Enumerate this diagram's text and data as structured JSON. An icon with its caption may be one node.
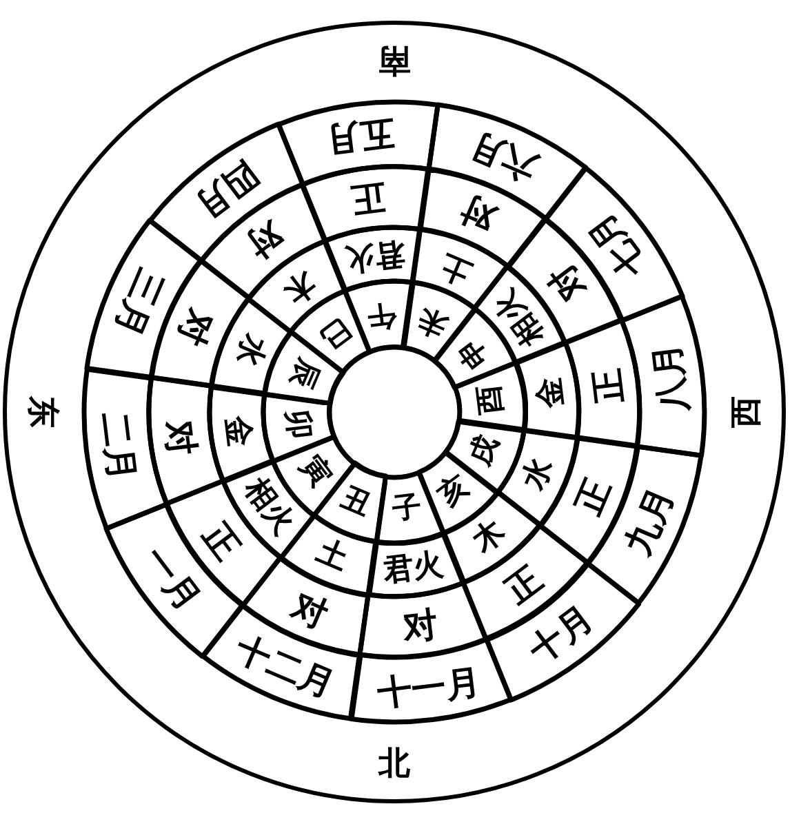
{
  "diagram": {
    "nodes": [
      {
        "text": [
          "南",
          "东",
          "西",
          "北"
        ]
      },
      {
        "text": [],
        "shape": "circle",
        "in": 0
      },
      {
        "text": [
          "一月"
        ],
        "in": 0
      },
      {
        "text": [
          "二月"
        ],
        "in": 0
      },
      {
        "text": [
          "三月"
        ],
        "in": 0
      },
      {
        "text": [
          "四月"
        ],
        "in": 0
      },
      {
        "text": [
          "五月"
        ],
        "in": 0
      },
      {
        "text": [
          "六月"
        ],
        "in": 0
      },
      {
        "text": [
          "七月"
        ],
        "in": 0
      },
      {
        "text": [
          "八月"
        ],
        "in": 0
      },
      {
        "text": [
          "九月"
        ],
        "in": 0
      },
      {
        "text": [
          "十月"
        ],
        "in": 0
      },
      {
        "text": [
          "十一月"
        ],
        "in": 0
      },
      {
        "text": [
          "十二月"
        ],
        "in": 0
      },
      {
        "text": [
          "正"
        ],
        "in": 0
      },
      {
        "text": [
          "对"
        ],
        "in": 0
      },
      {
        "text": [
          "对"
        ],
        "in": 0
      },
      {
        "text": [
          "对"
        ],
        "in": 0
      },
      {
        "text": [
          "正"
        ],
        "in": 0
      },
      {
        "text": [
          "对"
        ],
        "in": 0
      },
      {
        "text": [
          "对"
        ],
        "in": 0
      },
      {
        "text": [
          "正"
        ],
        "in": 0
      },
      {
        "text": [
          "正"
        ],
        "in": 0
      },
      {
        "text": [
          "正"
        ],
        "in": 0
      },
      {
        "text": [
          "对"
        ],
        "in": 0
      },
      {
        "text": [
          "对"
        ],
        "in": 0
      },
      {
        "text": [
          "相火"
        ],
        "in": 0
      },
      {
        "text": [
          "金"
        ],
        "in": 0
      },
      {
        "text": [
          "水"
        ],
        "in": 0
      },
      {
        "text": [
          "木"
        ],
        "in": 0
      },
      {
        "text": [
          "君火"
        ],
        "in": 0
      },
      {
        "text": [
          "土"
        ],
        "in": 0
      },
      {
        "text": [
          "相火"
        ],
        "in": 0
      },
      {
        "text": [
          "金"
        ],
        "in": 0
      },
      {
        "text": [
          "水"
        ],
        "in": 0
      },
      {
        "text": [
          "木"
        ],
        "in": 0
      },
      {
        "text": [
          "君火"
        ],
        "in": 0
      },
      {
        "text": [
          "土"
        ],
        "in": 0
      },
      {
        "text": [
          "寅"
        ],
        "in": 0
      },
      {
        "text": [
          "卯"
        ],
        "in": 0
      },
      {
        "text": [
          "辰"
        ],
        "in": 0
      },
      {
        "text": [
          "巳"
        ],
        "in": 0
      },
      {
        "text": [
          "午"
        ],
        "in": 0
      },
      {
        "text": [
          "未"
        ],
        "in": 0
      },
      {
        "text": [
          "申"
        ],
        "in": 0
      },
      {
        "text": [
          "酉"
        ],
        "in": 0
      },
      {
        "text": [
          "戌"
        ],
        "in": 0
      },
      {
        "text": [
          "亥"
        ],
        "in": 0
      },
      {
        "text": [
          "子"
        ],
        "in": 0
      },
      {
        "text": [
          "丑"
        ],
        "in": 0
      }
    ]
  }
}
